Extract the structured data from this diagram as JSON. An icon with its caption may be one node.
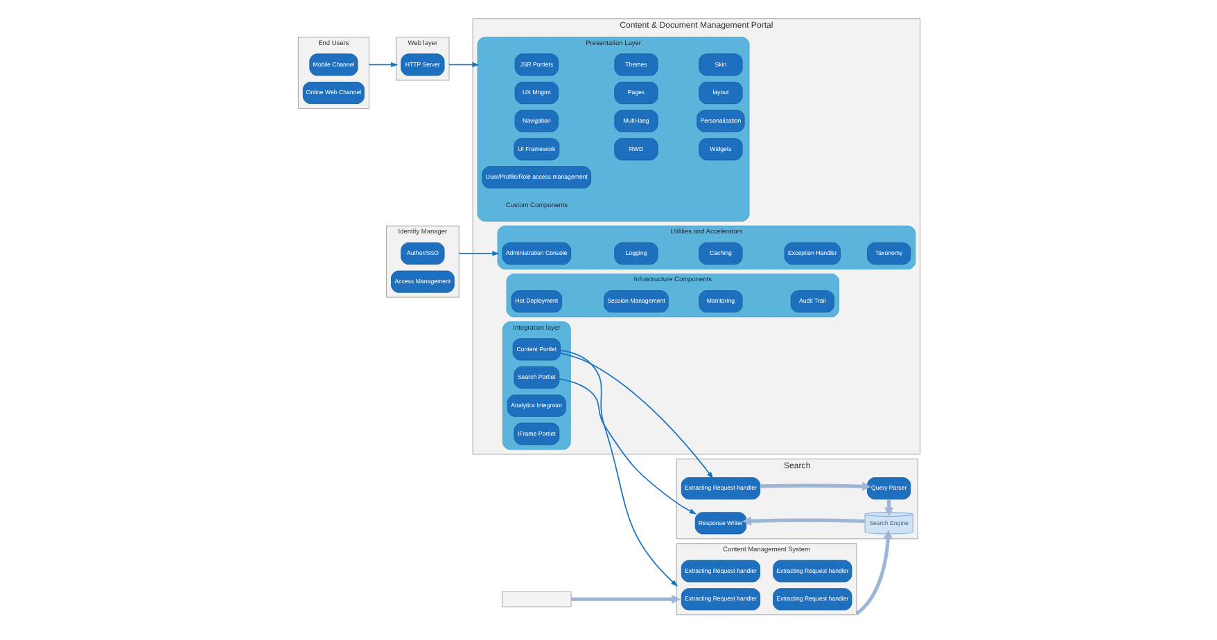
{
  "diagram": {
    "nodes": [
      {
        "text": [
          "End Users"
        ]
      },
      {
        "text": [
          "Mobile Channel"
        ],
        "in": 0
      },
      {
        "text": [
          "Online Web Channel"
        ],
        "in": 0
      },
      {
        "text": [
          "Web layer"
        ]
      },
      {
        "text": [
          "HTTP Server"
        ],
        "in": 3
      },
      {
        "text": [
          "Identify Manager"
        ]
      },
      {
        "text": [
          "Author/SSO"
        ],
        "in": 5
      },
      {
        "text": [
          "Access Management"
        ],
        "in": 5
      },
      {
        "text": [
          "Content & Document Management Portal"
        ]
      },
      {
        "text": [
          "Presentation Layer"
        ],
        "in": 8
      },
      {
        "text": [
          "JSR Portlets"
        ],
        "in": 9
      },
      {
        "text": [
          "Themes"
        ],
        "in": 9
      },
      {
        "text": [
          "Skin"
        ],
        "in": 9
      },
      {
        "text": [
          "UX Mngmt"
        ],
        "in": 9
      },
      {
        "text": [
          "Pages"
        ],
        "in": 9
      },
      {
        "text": [
          "layout"
        ],
        "in": 9
      },
      {
        "text": [
          "Navigation"
        ],
        "in": 9
      },
      {
        "text": [
          "Multi-lang"
        ],
        "in": 9
      },
      {
        "text": [
          "Personalization"
        ],
        "in": 9
      },
      {
        "text": [
          "UI Framework"
        ],
        "in": 9
      },
      {
        "text": [
          "RWD"
        ],
        "in": 9
      },
      {
        "text": [
          "Widgets"
        ],
        "in": 9
      },
      {
        "text": [
          "User/Profile/Role access management"
        ],
        "in": 9
      },
      {
        "text": [
          "Integration layer"
        ],
        "in": 8
      },
      {
        "text": [
          "Content Portlet"
        ],
        "in": 23
      },
      {
        "text": [
          "Search Portlet"
        ],
        "in": 23
      },
      {
        "text": [
          "Analytics Integrator"
        ],
        "in": 23
      },
      {
        "text": [
          "IFrame Portlet"
        ],
        "in": 23
      },
      {
        "text": [
          "Utilities and Accelerators"
        ],
        "in": 8
      },
      {
        "text": [
          "Administration Console"
        ],
        "in": 28
      },
      {
        "text": [
          "Logging"
        ],
        "in": 28
      },
      {
        "text": [
          "Caching"
        ],
        "in": 28
      },
      {
        "text": [
          "Exception Handler"
        ],
        "in": 28
      },
      {
        "text": [
          "Taxonomy"
        ],
        "in": 28
      },
      {
        "text": [
          "Infrastructure Components"
        ],
        "in": 8
      },
      {
        "text": [
          "Hot Deployment"
        ],
        "in": 34
      },
      {
        "text": [
          "Session Management"
        ],
        "in": 34
      },
      {
        "text": [
          "Monitoring"
        ],
        "in": 34
      },
      {
        "text": [
          "Audit Trail"
        ],
        "in": 34
      },
      {
        "text": [
          "Search"
        ]
      },
      {
        "text": [
          "Extracting Request handler"
        ],
        "in": 39
      },
      {
        "text": [
          "Query Parser"
        ],
        "in": 39
      },
      {
        "text": [
          "Response Writer"
        ],
        "in": 39
      },
      {
        "text": [
          "Search Engine"
        ],
        "in": 39
      },
      {
        "text": [],
        "shape": "box"
      },
      {
        "text": [
          "Content Management System"
        ]
      },
      {
        "text": [
          "Extracting Request handler"
        ],
        "in": 45
      },
      {
        "text": [
          "Extracting Request handler"
        ],
        "in": 45
      },
      {
        "text": [
          "Extracting Request handler"
        ],
        "in": 45
      },
      {
        "text": [
          "Extracting Request handler"
        ],
        "in": 45
      }
    ],
    "edges": [
      {
        "from": 0,
        "to": 3,
        "arrow": "to"
      },
      {
        "from": 3,
        "to": 9,
        "arrow": "to"
      },
      {
        "from": 5,
        "to": 28,
        "arrow": "to"
      },
      {
        "from": 24,
        "to": 40,
        "arrow": "to"
      },
      {
        "from": 25,
        "to": 42,
        "arrow": "to"
      },
      {
        "from": 24,
        "to": 45,
        "arrow": "to"
      },
      {
        "from": 40,
        "to": 41,
        "arrow": "to",
        "style": "thick",
        "color": "#9db5d6"
      },
      {
        "from": 41,
        "to": 43,
        "arrow": "to",
        "style": "thick",
        "color": "#9db5d6"
      },
      {
        "from": 43,
        "to": 42,
        "arrow": "to",
        "style": "thick",
        "color": "#9db5d6"
      },
      {
        "from": 45,
        "to": 43,
        "arrow": "to",
        "style": "thick",
        "color": "#9db5d6"
      },
      {
        "from": 44,
        "to": 45,
        "arrow": "to",
        "style": "thick",
        "color": "#9db5d6"
      }
    ],
    "labels": [
      "Custom Components"
    ]
  }
}
